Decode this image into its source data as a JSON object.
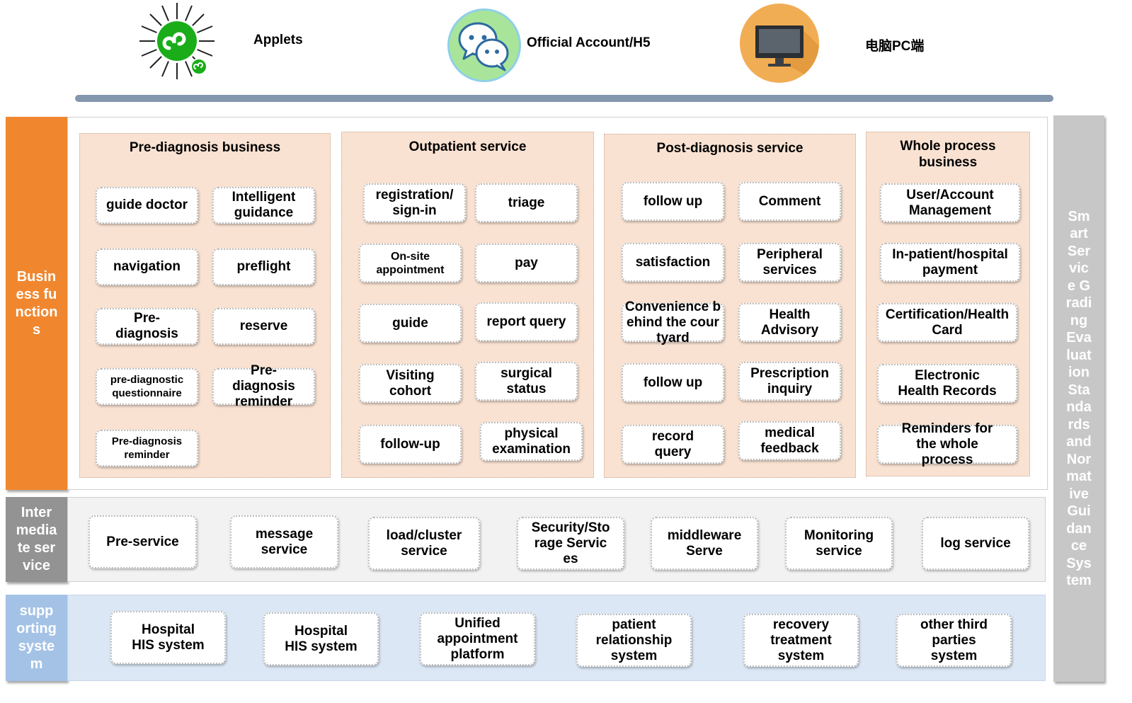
{
  "channels": {
    "applets": "Applets",
    "official": "Official Account/H5",
    "pc": "电脑PC端"
  },
  "sidebars": {
    "business": "Business functions",
    "intermediate": "Intermediate service",
    "supporting": "supporting system",
    "standards": "Smart Service Grading Evaluation Standards and Normative Guidance System"
  },
  "groups": {
    "pre": {
      "title": "Pre-diagnosis business",
      "items": [
        "guide doctor",
        "Intelligent guidance",
        "navigation",
        "preflight",
        "Pre-diagnosis",
        "reserve",
        "pre-diagnostic questionnaire",
        "Pre-diagnosis reminder",
        "Pre-diagnosis reminder"
      ]
    },
    "outpatient": {
      "title": "Outpatient service",
      "items": [
        "registration/ sign-in",
        "triage",
        "On-site appointment",
        "pay",
        "guide",
        "report query",
        "Visiting cohort",
        "surgical status",
        "follow-up",
        "physical examination"
      ]
    },
    "post": {
      "title": "Post-diagnosis service",
      "items": [
        "follow up",
        "Comment",
        "satisfaction",
        "Peripheral services",
        "Convenience behind the courtyard",
        "Health Advisory",
        "follow up",
        "Prescription inquiry",
        "record query",
        "medical feedback"
      ]
    },
    "whole": {
      "title": "Whole process business",
      "items": [
        "User/Account Management",
        "In-patient/hospital payment",
        "Certification/Health Card",
        "Electronic Health Records",
        "Reminders for the whole process"
      ]
    }
  },
  "intermediate_services": [
    "Pre-service",
    "message service",
    "load/cluster service",
    "Security/Storage Services",
    "middleware Serve",
    "Monitoring service",
    "log service"
  ],
  "supporting_systems": [
    "Hospital HIS system",
    "Hospital HIS system",
    "Unified appointment platform",
    "patient relationship system",
    "recovery treatment system",
    "other third parties system"
  ],
  "colors": {
    "business_bar": "#f0872f",
    "intermediate_bar": "#939393",
    "supporting_bar": "#a4c2e6",
    "standards_bar": "#c7c7c7",
    "group_fill": "#f9e2d2",
    "rail": "#8397ae"
  }
}
